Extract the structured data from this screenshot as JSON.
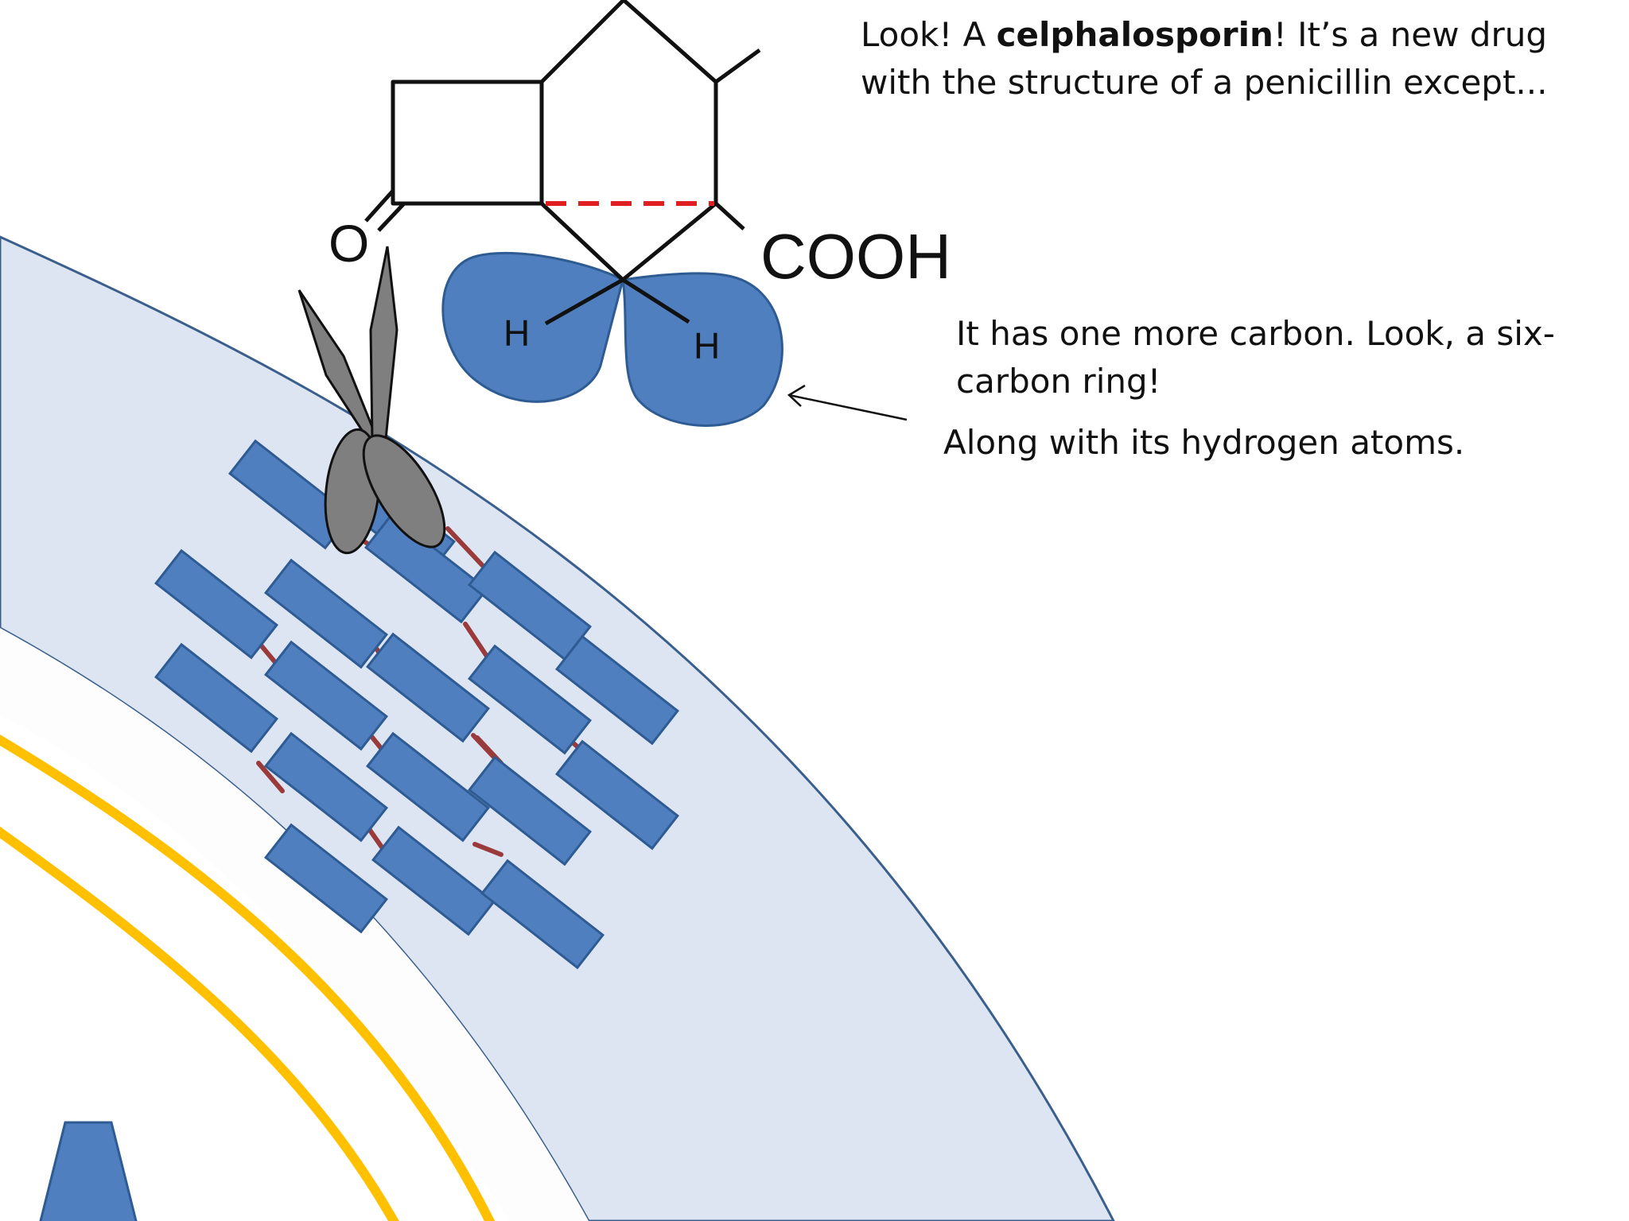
{
  "molecule": {
    "oxygen_label": "O",
    "cooh_label": "COOH",
    "h_left": "H",
    "h_right": "H"
  },
  "captions": {
    "intro_pre": "Look! A ",
    "intro_bold": "celphalosporin",
    "intro_post": "! It’s a new drug with the structure of a penicillin except...",
    "extra_carbon": "It has one more carbon. Look, a six-carbon ring!",
    "hydrogens": "Along with its hydrogen atoms."
  },
  "colors": {
    "cell_wall_fill": "#dde5f2",
    "cell_wall_stroke": "#3b5f8c",
    "peptidoglycan_block": "#4f7fbf",
    "peptidoglycan_block_stroke": "#2f5b93",
    "crosslink": "#9a3a3a",
    "membrane": "#ffc000",
    "ring_bond": "#111111",
    "broken_bond": "#e02020",
    "hydrogen_lobe": "#4f7fbf",
    "scissors": "#7f7f7f"
  }
}
